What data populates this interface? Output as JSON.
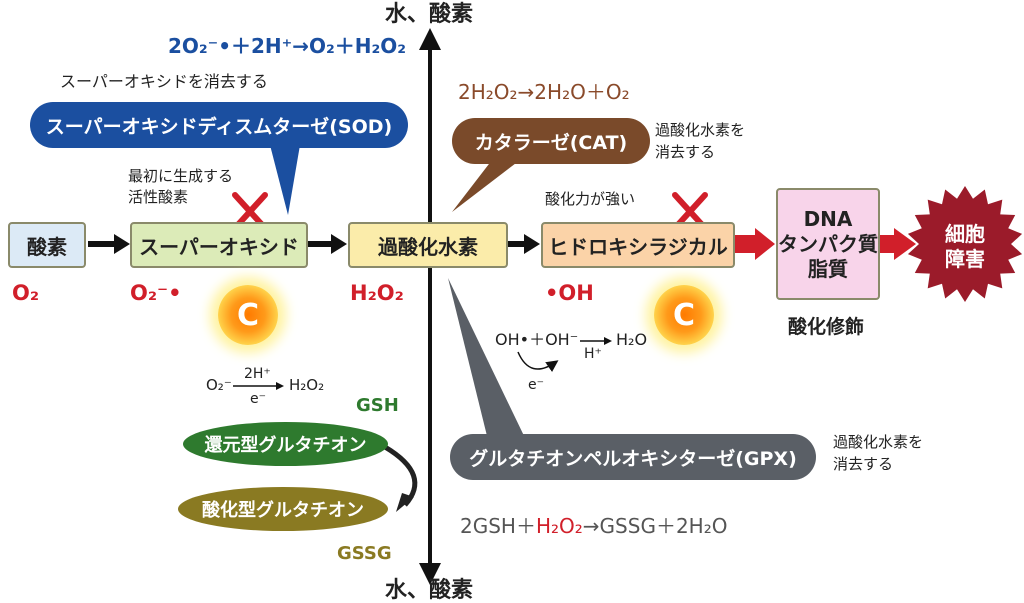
{
  "axis": {
    "top_label": "水、酸素",
    "bottom_label": "水、酸素"
  },
  "reactions": {
    "sod": "2O₂⁻•＋2H⁺→O₂＋H₂O₂",
    "cat": "2H₂O₂→2H₂O＋O₂",
    "gpx_left": "2GSH＋",
    "gpx_mid": "H₂O₂",
    "gpx_right": "→GSSG＋2H₂O",
    "oh_top": "OH•＋OH⁻",
    "oh_arrow_right": "H₂O",
    "oh_h": "H⁺",
    "oh_e": "e⁻",
    "o2_left": "O₂⁻",
    "o2_top": "2H⁺",
    "o2_bottom": "e⁻",
    "o2_right": "H₂O₂"
  },
  "notes": {
    "sod_note": "スーパーオキシドを消去する",
    "first_line1": "最初に生成する",
    "first_line2": "活性酸素",
    "strong": "酸化力が強い",
    "cat_note_line1": "過酸化水素を",
    "cat_note_line2": "消去する",
    "gpx_note_line1": "過酸化水素を",
    "gpx_note_line2": "消去する",
    "modification": "酸化修飾"
  },
  "boxes": {
    "oxygen": "酸素",
    "superoxide": "スーパーオキシド",
    "peroxide": "過酸化水素",
    "hydroxyl": "ヒドロキシラジカル",
    "targets_line1": "DNA",
    "targets_line2": "タンパク質",
    "targets_line3": "脂質",
    "damage_line1": "細胞",
    "damage_line2": "障害"
  },
  "formulas": {
    "oxygen": "O₂",
    "superoxide": "O₂⁻•",
    "peroxide": "H₂O₂",
    "hydroxyl": "•OH"
  },
  "enzymes": {
    "sod": "スーパーオキシドディスムターゼ(SOD)",
    "cat": "カタラーゼ(CAT)",
    "gpx": "グルタチオンペルオキシターゼ(GPX)",
    "gsh_reduced": "還元型グルタチオン",
    "gsh_oxidized": "酸化型グルタチオン"
  },
  "labels": {
    "gsh": "GSH",
    "gssg": "GSSG",
    "vitamin_c": "C"
  },
  "colors": {
    "sod": "#1b4fa0",
    "cat": "#7a4a2a",
    "gpx": "#5a5f66",
    "gsh": "#2e7a2e",
    "gssg": "#8a7a22",
    "red": "#d11f2a",
    "damage": "#9b1b2a"
  }
}
